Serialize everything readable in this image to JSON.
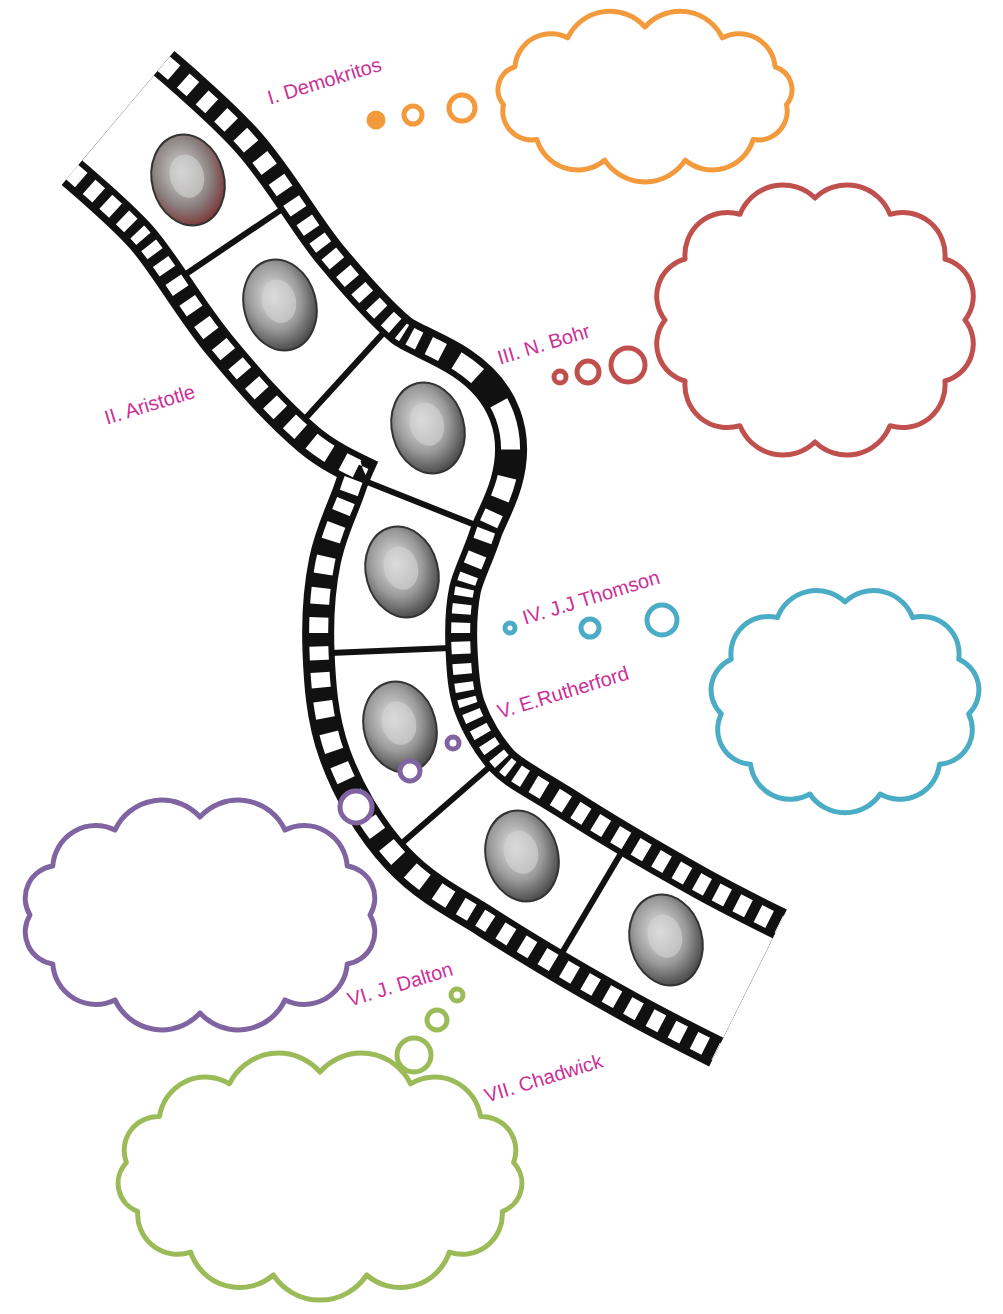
{
  "diagram": {
    "labels": [
      "I. Demokritos",
      "II. Aristotle",
      "III. N. Bohr",
      "IV. J.J Thomson",
      "V. E.Rutherford",
      "VI. J. Dalton",
      "VII. Chadwick"
    ]
  }
}
